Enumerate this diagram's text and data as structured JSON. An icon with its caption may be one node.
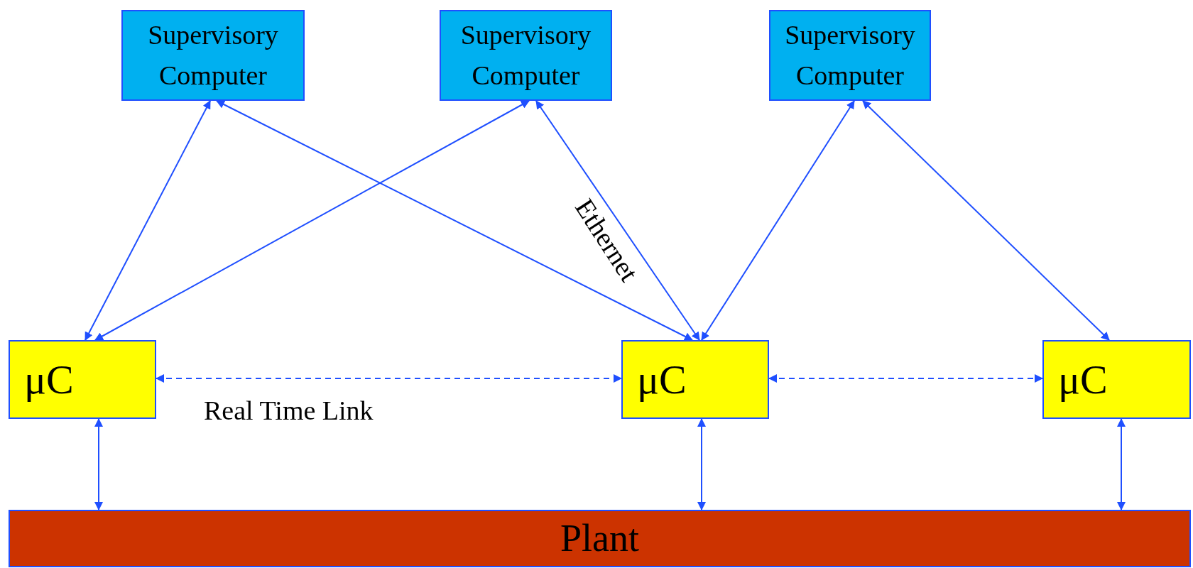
{
  "diagram": {
    "nodes": [
      {
        "text": [
          "Supervisory Computer"
        ]
      },
      {
        "text": [
          "Supervisory Computer"
        ]
      },
      {
        "text": [
          "Supervisory Computer"
        ]
      },
      {
        "text": [
          "μC"
        ]
      },
      {
        "text": [
          "μC"
        ]
      },
      {
        "text": [
          "μC"
        ]
      },
      {
        "text": [
          "Plant"
        ]
      }
    ],
    "edges": [
      {
        "from": 0,
        "to": 3,
        "arrow": "both"
      },
      {
        "from": 0,
        "to": 4,
        "arrow": "both"
      },
      {
        "from": 1,
        "to": 3,
        "arrow": "both"
      },
      {
        "from": 1,
        "to": 4,
        "arrow": "both",
        "label": "Ethernet"
      },
      {
        "from": 2,
        "to": 4,
        "arrow": "both"
      },
      {
        "from": 2,
        "to": 5,
        "arrow": "both"
      },
      {
        "from": 3,
        "to": 4,
        "arrow": "both",
        "style": "dashed",
        "label": "Real Time Link"
      },
      {
        "from": 4,
        "to": 5,
        "arrow": "both",
        "style": "dashed"
      },
      {
        "from": 3,
        "to": 6,
        "arrow": "both"
      },
      {
        "from": 4,
        "to": 6,
        "arrow": "both"
      },
      {
        "from": 5,
        "to": 6,
        "arrow": "both"
      }
    ]
  }
}
